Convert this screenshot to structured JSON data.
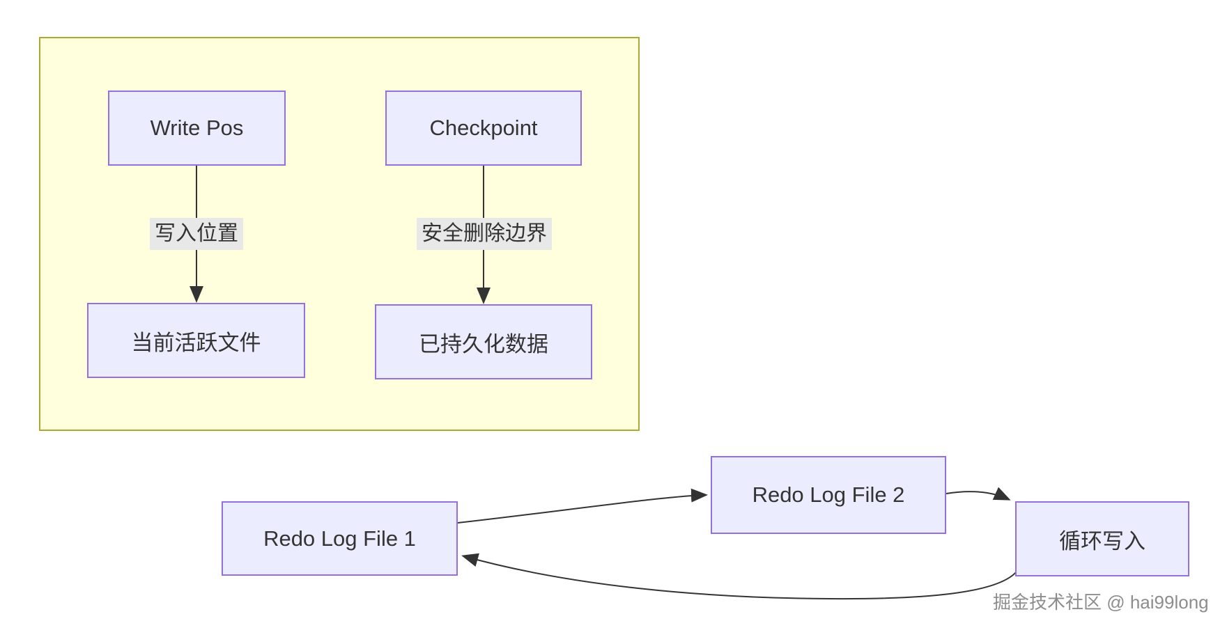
{
  "diagram": {
    "type": "flowchart",
    "subgraph": {
      "nodes": {
        "write_pos": "Write Pos",
        "checkpoint": "Checkpoint",
        "active_file": "当前活跃文件",
        "persisted_data": "已持久化数据"
      },
      "edges": [
        {
          "from": "Write Pos",
          "to": "当前活跃文件",
          "label": "写入位置"
        },
        {
          "from": "Checkpoint",
          "to": "已持久化数据",
          "label": "安全删除边界"
        }
      ]
    },
    "cycle_flow": {
      "nodes": {
        "redo1": "Redo Log File 1",
        "redo2": "Redo Log File 2",
        "cycle": "循环写入"
      },
      "edges": [
        {
          "from": "Redo Log File 1",
          "to": "Redo Log File 2"
        },
        {
          "from": "Redo Log File 2",
          "to": "循环写入"
        },
        {
          "from": "循环写入",
          "to": "Redo Log File 1"
        }
      ]
    },
    "colors": {
      "node_fill": "#ECECFF",
      "node_border": "#9370DB",
      "subgraph_fill": "#FFFFDE",
      "subgraph_border": "#AAAA33",
      "edge": "#333333",
      "edge_label_bg": "#E8E8E8",
      "text": "#333333",
      "watermark_text": "#8D8D8D"
    },
    "watermark": "掘金技术社区 @ hai99long"
  }
}
